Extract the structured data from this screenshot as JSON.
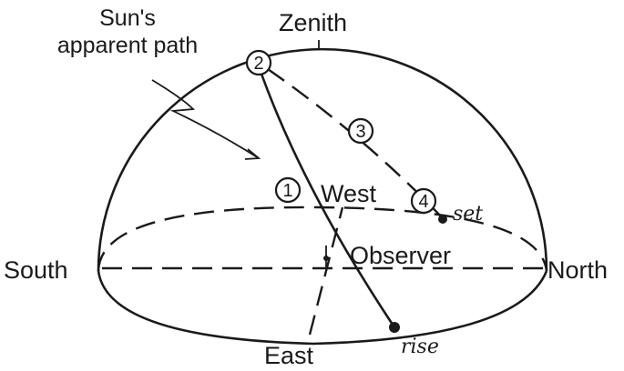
{
  "labels": {
    "sun_path_line1": "Sun's",
    "sun_path_line2": "apparent path",
    "zenith": "Zenith",
    "west": "West",
    "observer": "Observer",
    "south": "South",
    "north": "North",
    "east": "East",
    "set": "set",
    "rise": "rise"
  },
  "positions": [
    "1",
    "2",
    "3",
    "4"
  ]
}
